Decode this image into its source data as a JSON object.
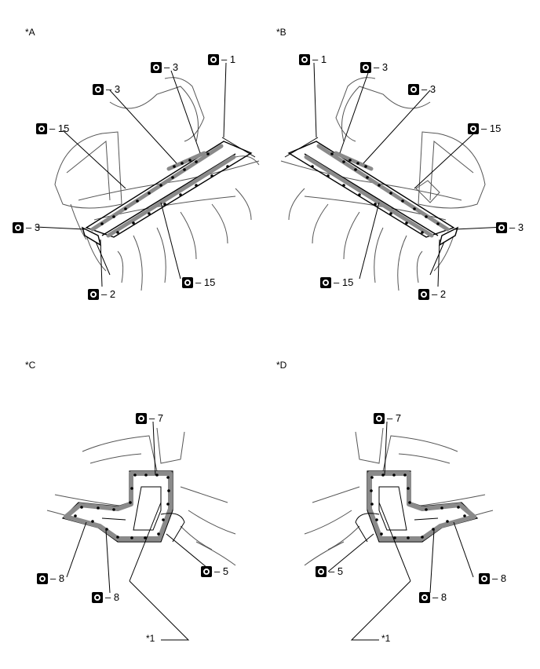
{
  "panels": [
    {
      "tag": "*A"
    },
    {
      "tag": "*B"
    },
    {
      "tag": "*C"
    },
    {
      "tag": "*D"
    }
  ],
  "callouts": {
    "a_top_1": "– 1",
    "a_top_3": "– 3",
    "a_mid_3": "– 3",
    "a_15_left": "– 15",
    "a_3_left": "– 3",
    "a_2": "– 2",
    "a_15_bottom": "– 15",
    "b_top_1": "– 1",
    "b_top_3": "– 3",
    "b_mid_3": "– 3",
    "b_15_right": "– 15",
    "b_3_right": "– 3",
    "b_2": "– 2",
    "b_15_bottom": "– 15",
    "c_7": "– 7",
    "c_8_left": "– 8",
    "c_8_bottom": "– 8",
    "c_5": "– 5",
    "d_7": "– 7",
    "d_5": "– 5",
    "d_8_bottom": "– 8",
    "d_8_right": "– 8"
  },
  "reference": {
    "c_label": "*1",
    "d_label": "*1"
  },
  "icons": {
    "weld_symbol": "spot-weld-icon"
  },
  "colors": {
    "ink": "#000000",
    "sealer": "#8a8a8a",
    "sketch": "#555555"
  }
}
